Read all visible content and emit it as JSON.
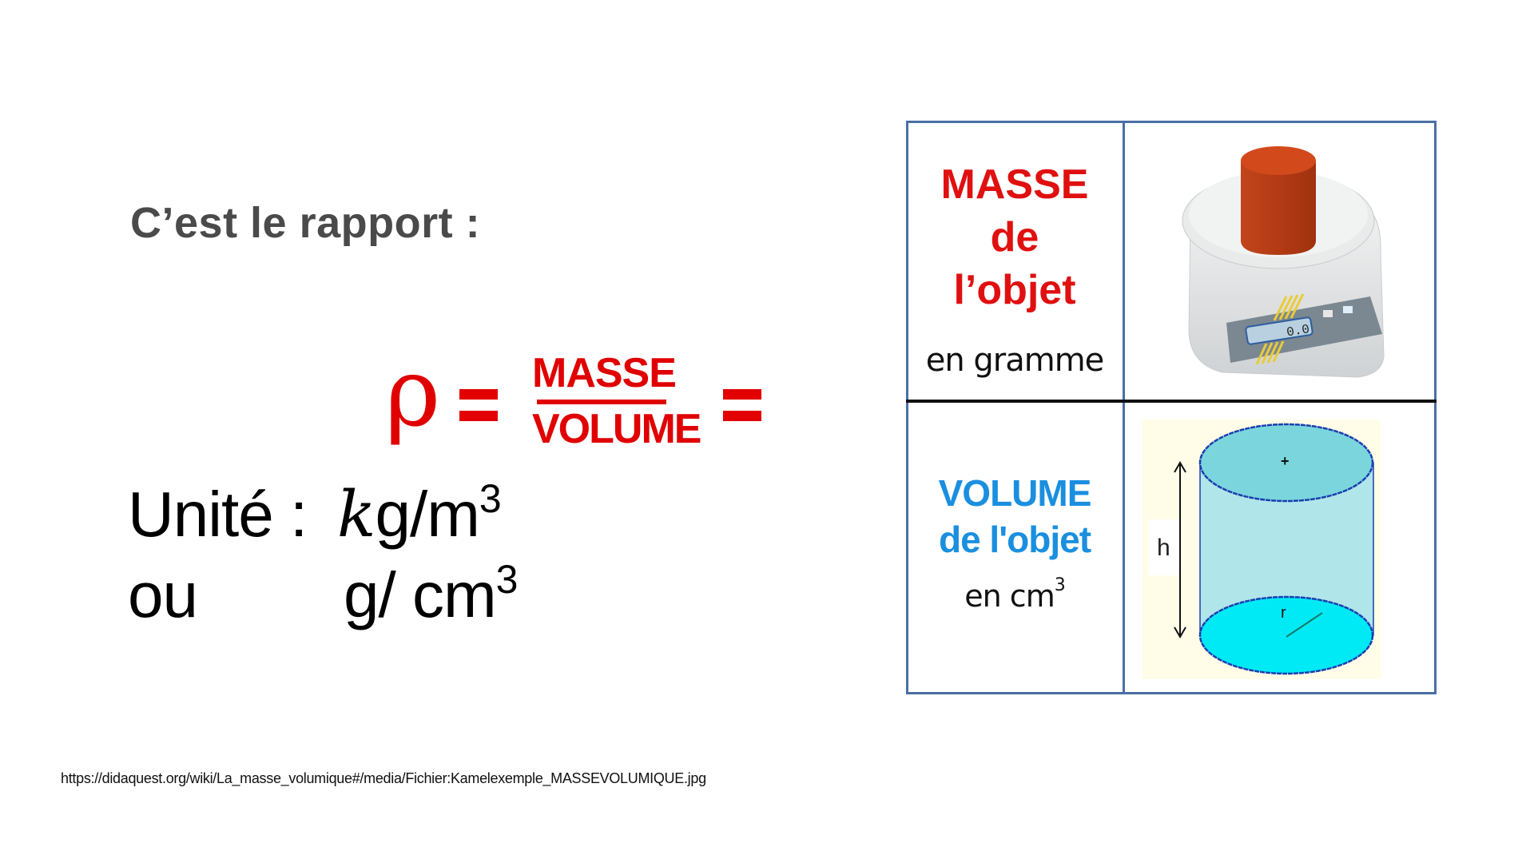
{
  "intro": {
    "text": "C’est le rapport :"
  },
  "formula": {
    "symbol": "ρ",
    "equals": "=",
    "numerator": "MASSE",
    "denominator": "VOLUME",
    "color": "#e00000"
  },
  "units": {
    "label": "Unité :",
    "primary": {
      "k": "k",
      "rest": "g/m",
      "exponent": "3"
    },
    "alt_label": "ou",
    "secondary": {
      "text": "g/ cm",
      "exponent": "3"
    }
  },
  "table": {
    "border_color": "#4a6fa5",
    "mass_cell": {
      "title_lines": [
        "MASSE",
        "de",
        "l’objet"
      ],
      "unit": "en gramme",
      "title_color": "#e01010"
    },
    "mass_image": {
      "icon": "digital-scale-icon",
      "display_reading": "0.0"
    },
    "volume_cell": {
      "title_lines": [
        "VOLUME",
        "de l'objet"
      ],
      "unit_text": "en cm",
      "unit_exponent": "3",
      "title_color": "#1a8fe0"
    },
    "volume_image": {
      "icon": "cylinder-diagram-icon",
      "height_label": "h",
      "radius_label": "r",
      "center_mark": "+"
    }
  },
  "source": {
    "url_text": "https://didaquest.org/wiki/La_masse_volumique#/media/Fichier:Kamelexemple_MASSEVOLUMIQUE.jpg"
  }
}
